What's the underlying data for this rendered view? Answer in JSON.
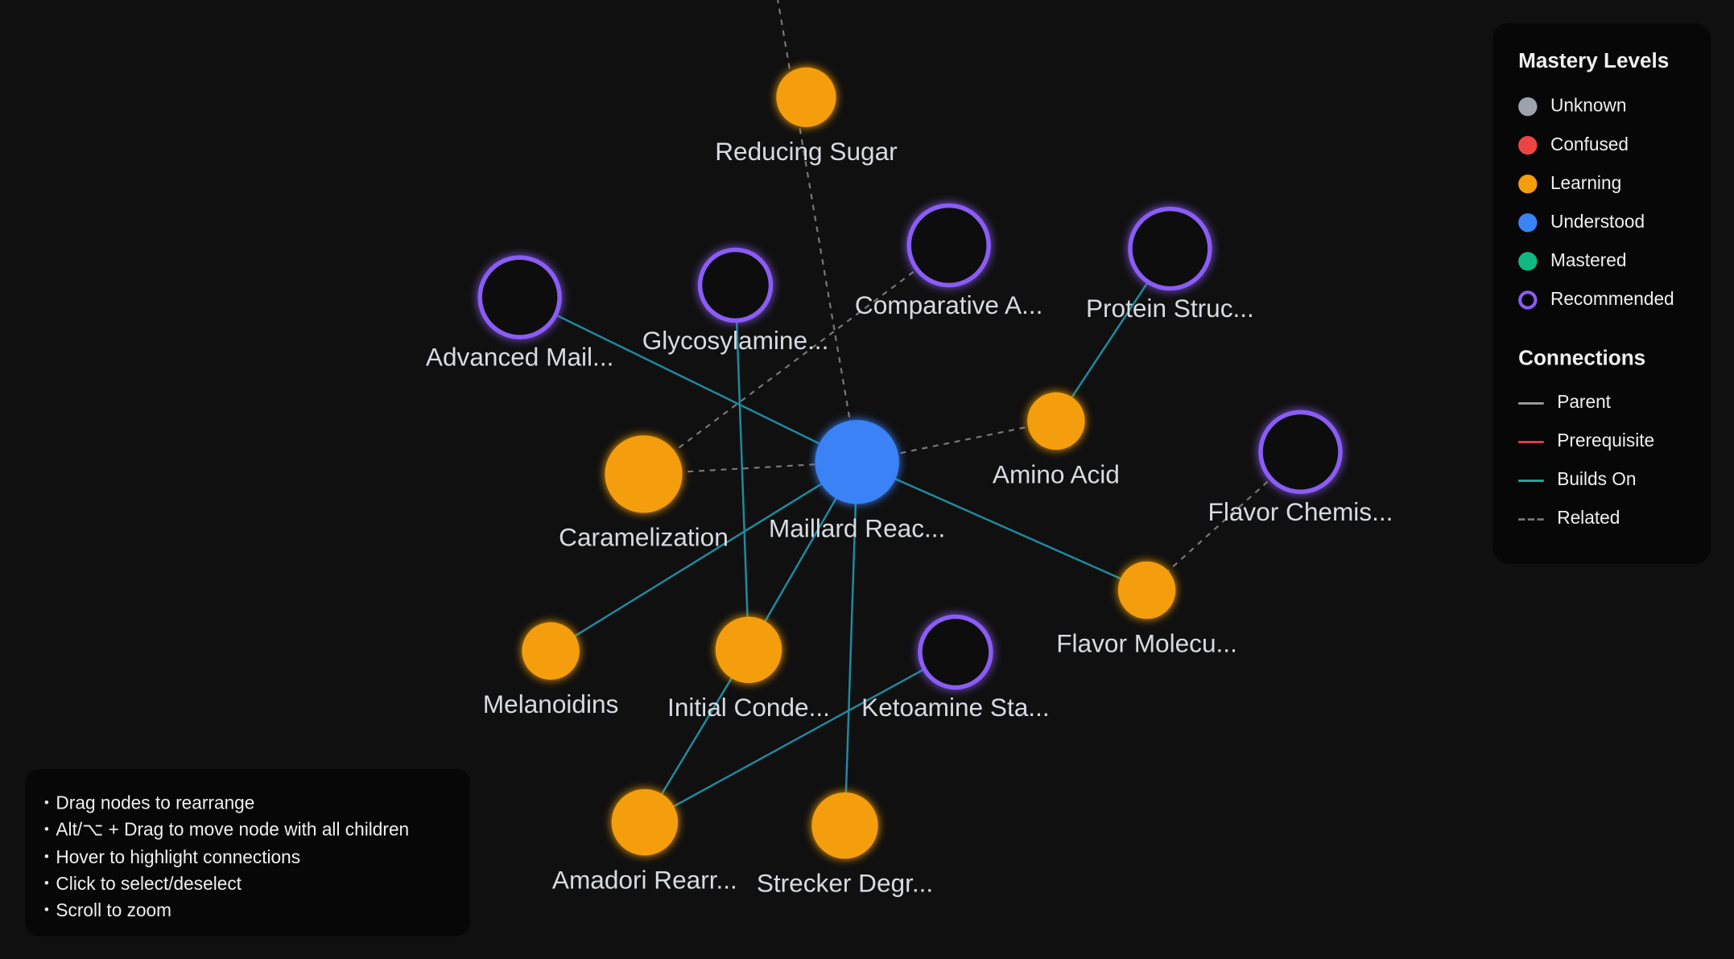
{
  "colors": {
    "unknown": "#9ca3af",
    "confused": "#ef4444",
    "learning": "#f59e0b",
    "understood": "#3b82f6",
    "mastered": "#10b981",
    "recommended": "#8b5cf6",
    "parent": "#a3a3a3",
    "prerequisite": "#ef4444",
    "builds_on": "#14b8a6",
    "related": "#777777",
    "edge_builds": "#1f8aa0"
  },
  "nodes": [
    {
      "id": "reducing",
      "label": "Reducing Sugar",
      "status": "learning"
    },
    {
      "id": "advanced",
      "label": "Advanced Mail...",
      "status": "recommended"
    },
    {
      "id": "glyco",
      "label": "Glycosylamine...",
      "status": "recommended"
    },
    {
      "id": "comparative",
      "label": "Comparative A...",
      "status": "recommended"
    },
    {
      "id": "protein",
      "label": "Protein Struc...",
      "status": "recommended"
    },
    {
      "id": "amino",
      "label": "Amino Acid",
      "status": "learning"
    },
    {
      "id": "maillard",
      "label": "Maillard Reac...",
      "status": "understood"
    },
    {
      "id": "caramel",
      "label": "Caramelization",
      "status": "learning"
    },
    {
      "id": "flavorchem",
      "label": "Flavor Chemis...",
      "status": "recommended"
    },
    {
      "id": "flavormol",
      "label": "Flavor Molecu...",
      "status": "learning"
    },
    {
      "id": "melanoidins",
      "label": "Melanoidins",
      "status": "learning"
    },
    {
      "id": "initial",
      "label": "Initial Conde...",
      "status": "learning"
    },
    {
      "id": "ketoamine",
      "label": "Ketoamine Sta...",
      "status": "recommended"
    },
    {
      "id": "amadori",
      "label": "Amadori Rearr...",
      "status": "learning"
    },
    {
      "id": "strecker",
      "label": "Strecker Degr...",
      "status": "learning"
    }
  ],
  "edges": [
    {
      "from": "advanced",
      "to": "maillard",
      "type": "builds_on"
    },
    {
      "from": "glyco",
      "to": "initial",
      "type": "builds_on"
    },
    {
      "from": "protein",
      "to": "amino",
      "type": "builds_on"
    },
    {
      "from": "maillard",
      "to": "flavormol",
      "type": "builds_on"
    },
    {
      "from": "maillard",
      "to": "melanoidins",
      "type": "builds_on"
    },
    {
      "from": "maillard",
      "to": "initial",
      "type": "builds_on"
    },
    {
      "from": "maillard",
      "to": "strecker",
      "type": "builds_on"
    },
    {
      "from": "initial",
      "to": "amadori",
      "type": "builds_on"
    },
    {
      "from": "ketoamine",
      "to": "amadori",
      "type": "builds_on"
    },
    {
      "from": "offscreen",
      "to": "maillard",
      "type": "related"
    },
    {
      "from": "comparative",
      "to": "caramel",
      "type": "related"
    },
    {
      "from": "caramel",
      "to": "maillard",
      "type": "related"
    },
    {
      "from": "maillard",
      "to": "amino",
      "type": "related"
    },
    {
      "from": "flavorchem",
      "to": "flavormol",
      "type": "related"
    }
  ],
  "legend": {
    "mastery_title": "Mastery Levels",
    "mastery": [
      "Unknown",
      "Confused",
      "Learning",
      "Understood",
      "Mastered",
      "Recommended"
    ],
    "connections_title": "Connections",
    "connections": [
      "Parent",
      "Prerequisite",
      "Builds On",
      "Related"
    ]
  },
  "help": [
    "Drag nodes to rearrange",
    "Alt/⌥ + Drag to move node with all children",
    "Hover to highlight connections",
    "Click to select/deselect",
    "Scroll to zoom"
  ]
}
